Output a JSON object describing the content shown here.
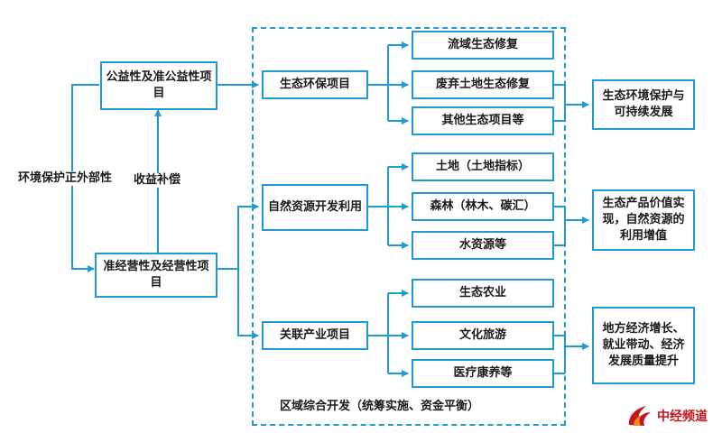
{
  "left": {
    "public_box": "公益性及准公益性项目",
    "commercial_box": "准经营性及经营性项目",
    "externality_label": "环境保护正外部性",
    "compensation_label": "收益补偿"
  },
  "middle": {
    "eco_project": "生态环保项目",
    "resource_project": "自然资源开发利用",
    "industry_project": "关联产业项目"
  },
  "sub": {
    "eco": [
      "流域生态修复",
      "废弃土地生态修复",
      "其他生态项目等"
    ],
    "resource": [
      "土地（土地指标）",
      "森林（林木、碳汇）",
      "水资源等"
    ],
    "industry": [
      "生态农业",
      "文化旅游",
      "医疗康养等"
    ]
  },
  "outcomes": {
    "eco": "生态环境保护与可持续发展",
    "resource": "生态产品价值实现，自然资源的利用增值",
    "industry": "地方经济增长、就业带动、经济发展质量提升"
  },
  "region_label": "区域综合开发（统筹实施、资金平衡）",
  "logo": {
    "text": "中经频道",
    "icon": "flame-logo-icon",
    "color": "#c4161c"
  },
  "colors": {
    "accent": "#1f9ad6",
    "text": "#1a1a1a"
  }
}
